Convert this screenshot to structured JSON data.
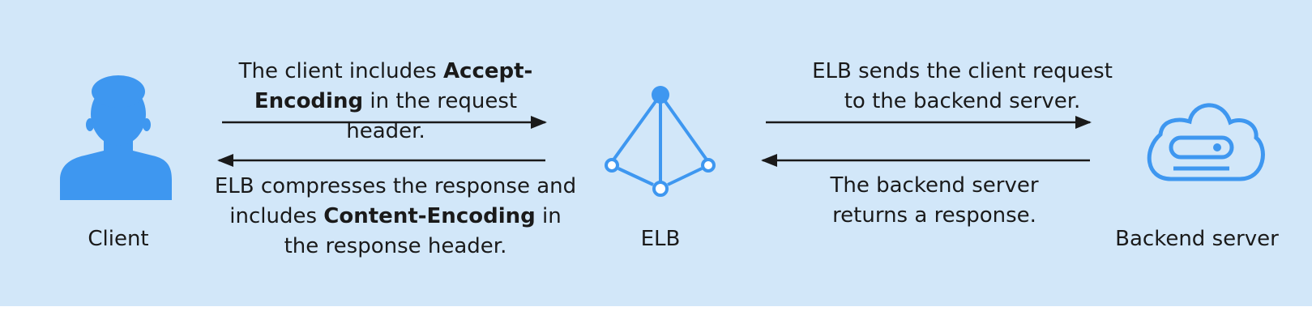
{
  "colors": {
    "background": "#d2e7f9",
    "icon": "#3e97f0",
    "arrow": "#1a1a1a",
    "text": "#1a1a1a"
  },
  "nodes": {
    "client": {
      "label": "Client",
      "icon": "person-icon"
    },
    "elb": {
      "label": "ELB",
      "icon": "load-balancer-icon"
    },
    "backend": {
      "label": "Backend server",
      "icon": "cloud-server-icon"
    }
  },
  "messages": {
    "client_to_elb": {
      "text_before": "The client includes ",
      "bold": "Accept-Encoding",
      "text_after": " in the request header."
    },
    "elb_to_client": {
      "text_before": "ELB compresses the response and includes ",
      "bold": "Content-Encoding",
      "text_after": " in the response header."
    },
    "elb_to_backend": {
      "text": "ELB sends the client request to the backend server."
    },
    "backend_to_elb": {
      "text": "The backend server returns a response."
    }
  }
}
